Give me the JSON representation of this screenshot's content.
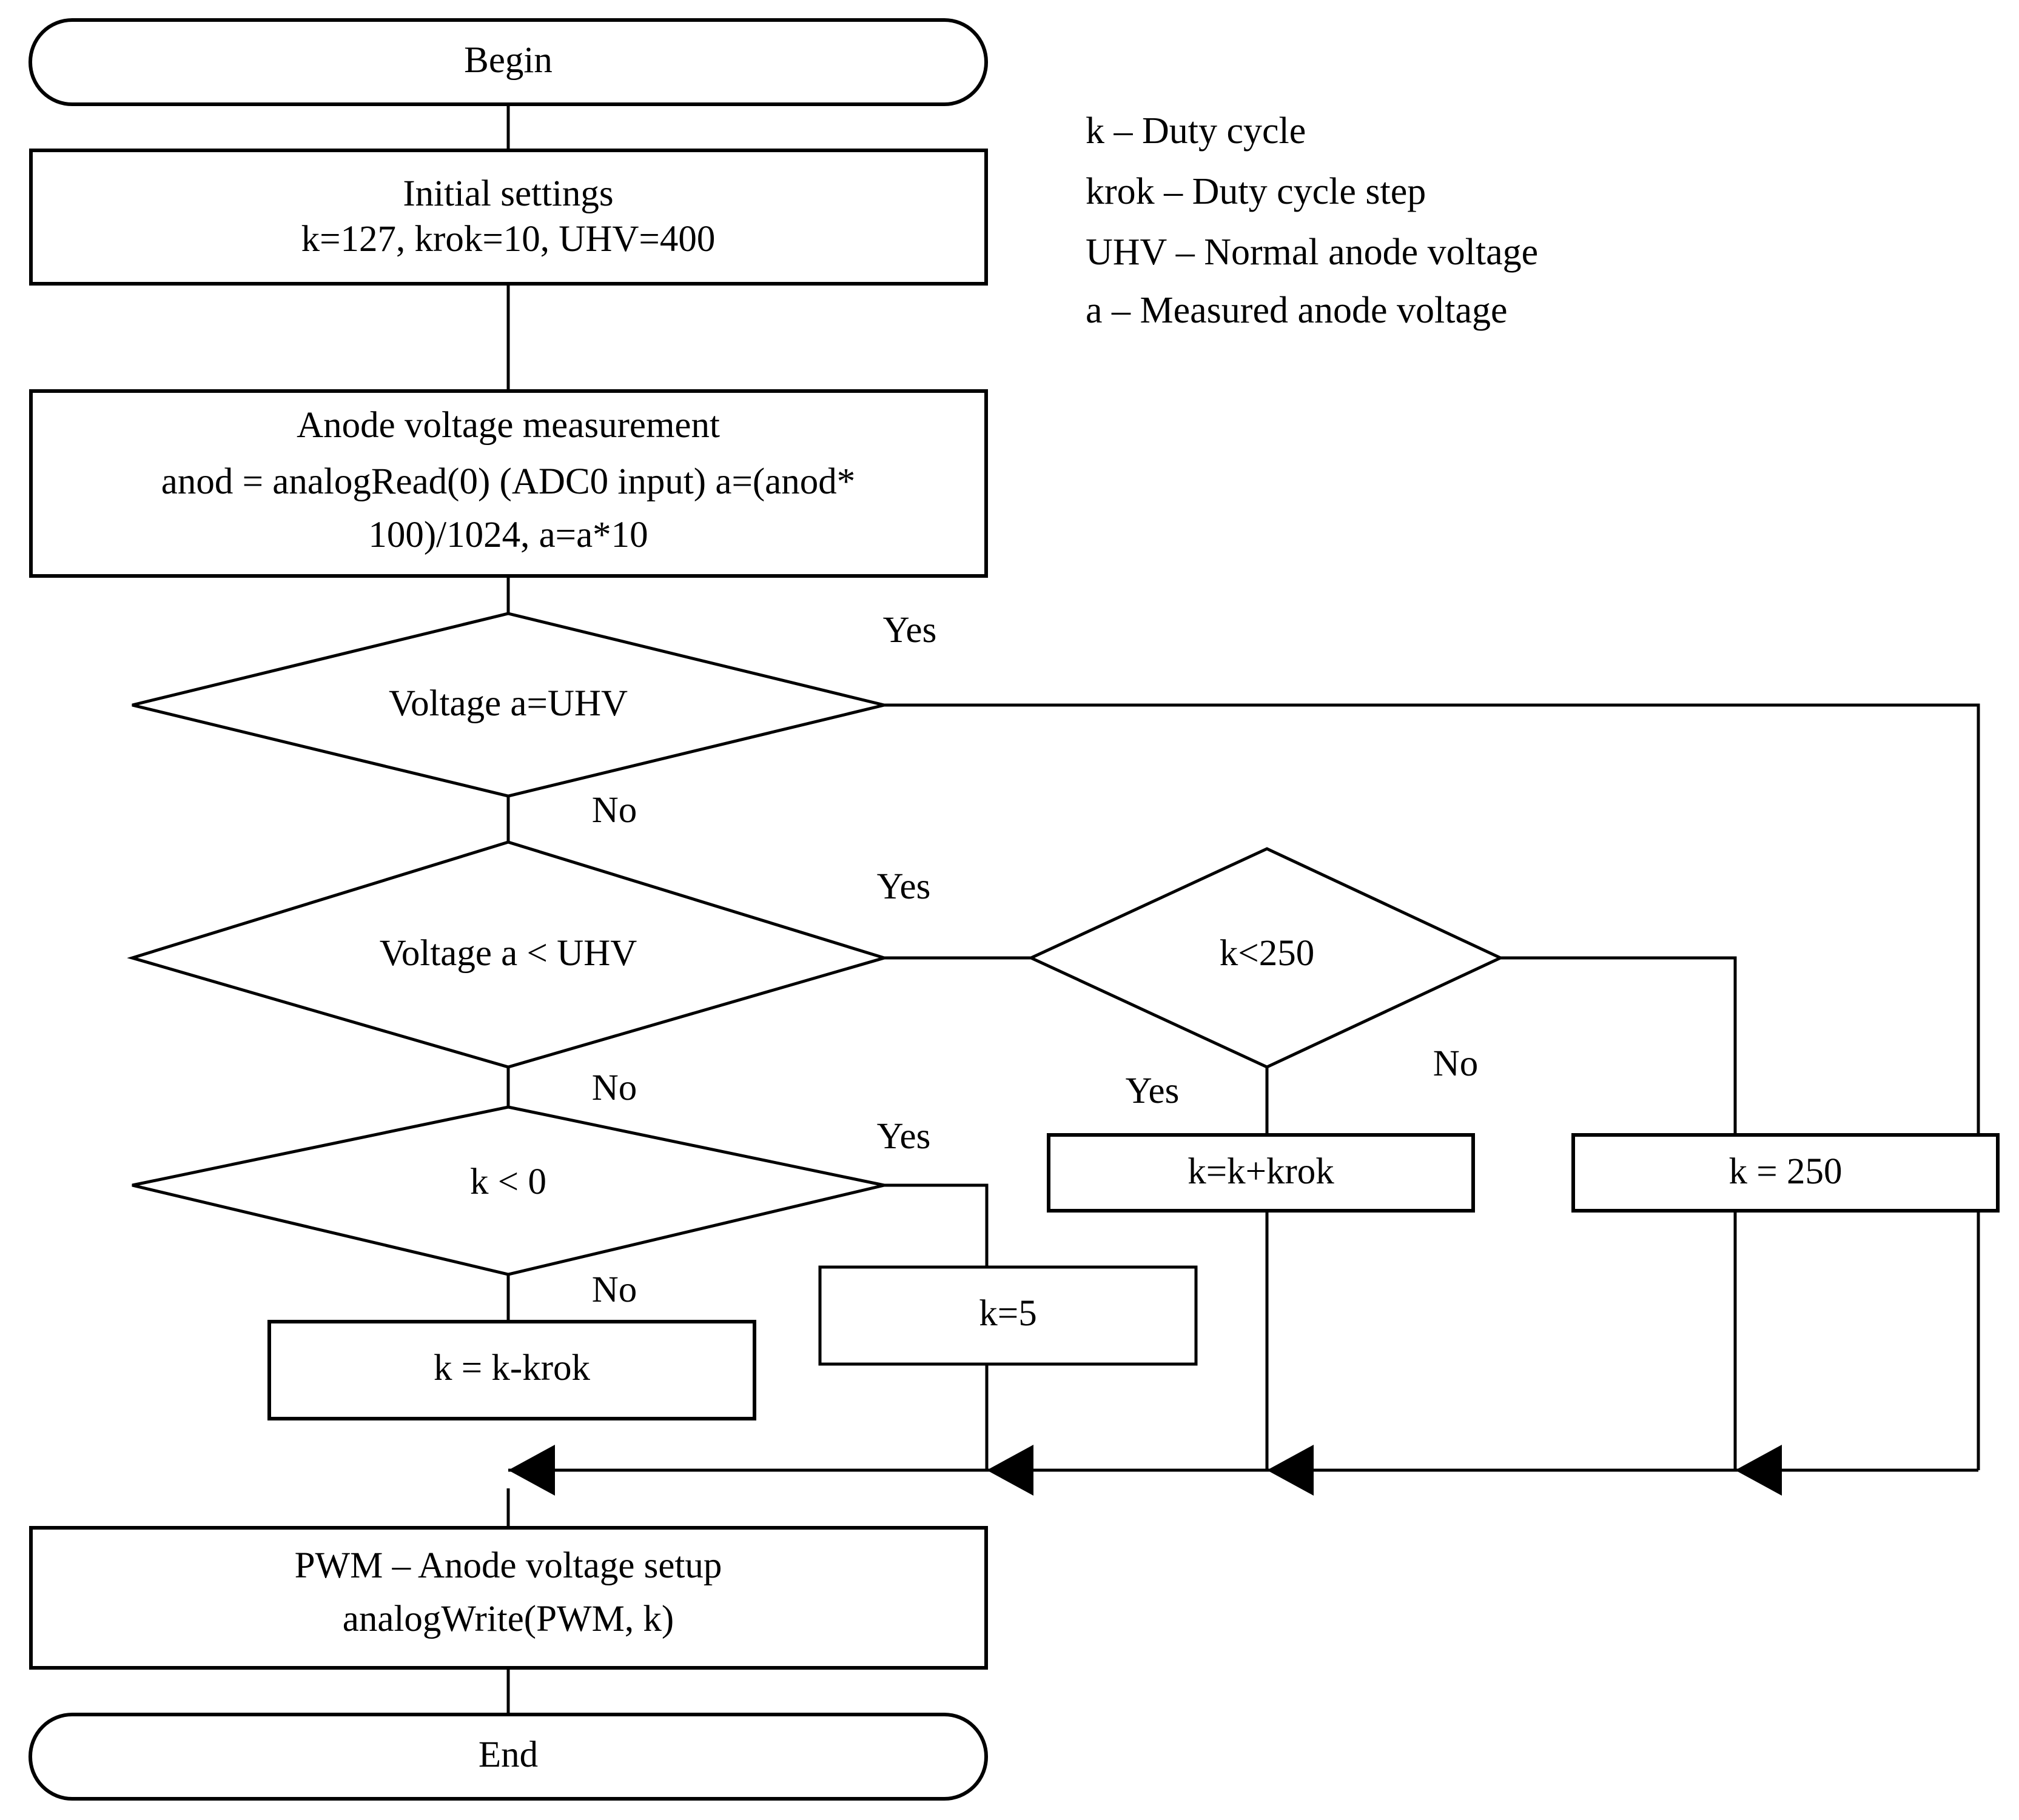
{
  "diagram": {
    "title": "Anode voltage PWM regulation flowchart",
    "type": "flowchart",
    "background_color": "#ffffff",
    "line_color": "#000000"
  },
  "nodes": {
    "begin": {
      "label": "Begin",
      "shape": "terminator"
    },
    "initial_settings": {
      "line1": "Initial settings",
      "line2": "k=127,   krok=10, UHV=400",
      "shape": "process"
    },
    "anode_measurement": {
      "line1": "Anode voltage measurement",
      "line2": "anod = analogRead(0) (ADC0 input) a=(anod*",
      "line3": "100)/1024,  a=a*10",
      "shape": "process"
    },
    "decision_equal": {
      "label": "Voltage a=UHV",
      "shape": "decision"
    },
    "decision_less": {
      "label": "Voltage a < UHV",
      "shape": "decision"
    },
    "decision_k250": {
      "label": "k<250",
      "shape": "decision"
    },
    "decision_kneg": {
      "label": "k < 0",
      "shape": "decision"
    },
    "k_plus_krok": {
      "label": "k=k+krok",
      "shape": "process"
    },
    "k_set_250": {
      "label": "k = 250",
      "shape": "process"
    },
    "k_set_5": {
      "label": "k=5",
      "shape": "process"
    },
    "k_minus_krok": {
      "label": "k = k-krok",
      "shape": "process"
    },
    "pwm_setup": {
      "line1": "PWM – Anode voltage setup",
      "line2": "analogWrite(PWM, k)",
      "shape": "process"
    },
    "end": {
      "label": "End",
      "shape": "terminator"
    }
  },
  "edge_labels": {
    "equal_yes": "Yes",
    "equal_no": "No",
    "less_yes": "Yes",
    "less_no": "No",
    "k250_yes": "Yes",
    "k250_no": "No",
    "kneg_yes": "Yes",
    "kneg_no": "No"
  },
  "legend": {
    "items": [
      "k – Duty cycle",
      "krok – Duty cycle step",
      "UHV – Normal anode voltage",
      "a – Measured anode voltage"
    ]
  }
}
